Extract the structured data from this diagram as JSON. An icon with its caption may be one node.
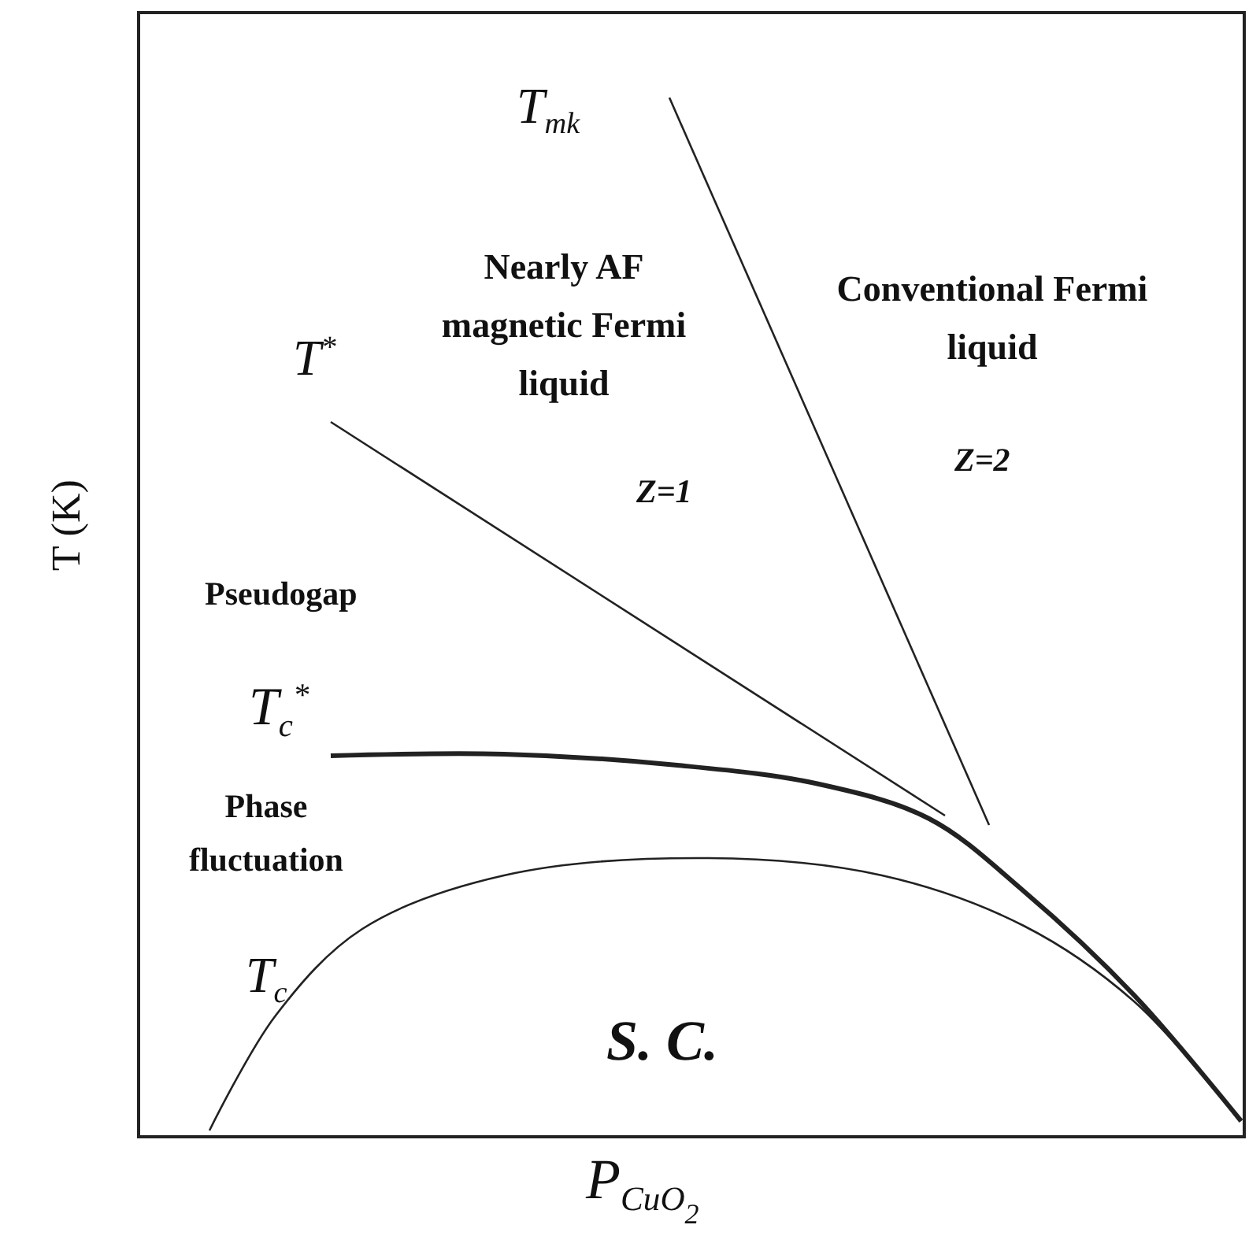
{
  "diagram": {
    "labels": [
      "T$_{mk}$",
      "Nearly AF magnetic Fermi liquid",
      "Conventional Fermi liquid",
      "T$^{*}$",
      "Z=1",
      "Z=2",
      "T (K)",
      "Pseudogap",
      "T$_{c}$$^{*}$",
      "Phase fluctuation",
      "T$_{c}$",
      "S. C.",
      "P$_{CuO}$$_{2}$"
    ]
  }
}
